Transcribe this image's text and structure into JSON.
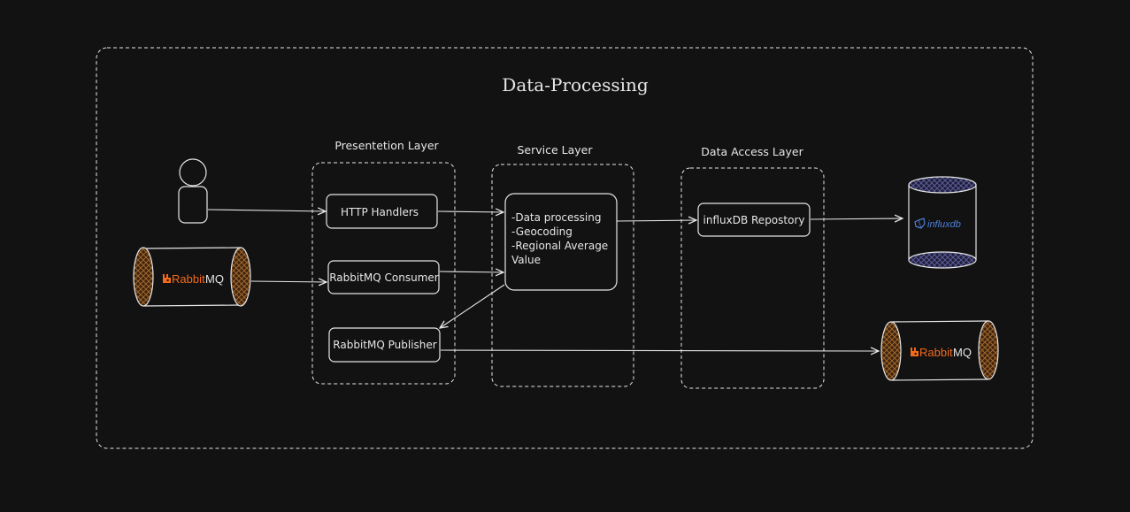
{
  "diagram": {
    "title": "Data-Processing",
    "layers": {
      "presentation": "Presentetion Layer",
      "service": "Service Layer",
      "data_access": "Data Access Layer"
    },
    "components": {
      "http_handlers": "HTTP Handlers",
      "rabbitmq_consumer": "RabbitMQ Consumer",
      "rabbitmq_publisher": "RabbitMQ Publisher",
      "service_lines": [
        "-Data processing",
        "-Geocoding",
        "-Regional Average",
        "Value"
      ],
      "influx_repository": "influxDB Repostory"
    },
    "external": {
      "rabbitmq_source_logo": {
        "brand_a": "Rabbit",
        "brand_b": "MQ"
      },
      "rabbitmq_target_logo": {
        "brand_a": "Rabbit",
        "brand_b": "MQ"
      },
      "influxdb_logo": "influxdb"
    },
    "colors": {
      "background": "#121212",
      "stroke": "#e6e6e6",
      "rabbit_orange": "#f26a1b",
      "rabbit_hatch": "#7a4a1e",
      "influx_blue": "#4f7fd9",
      "influx_hatch": "#3a3a6a"
    }
  }
}
